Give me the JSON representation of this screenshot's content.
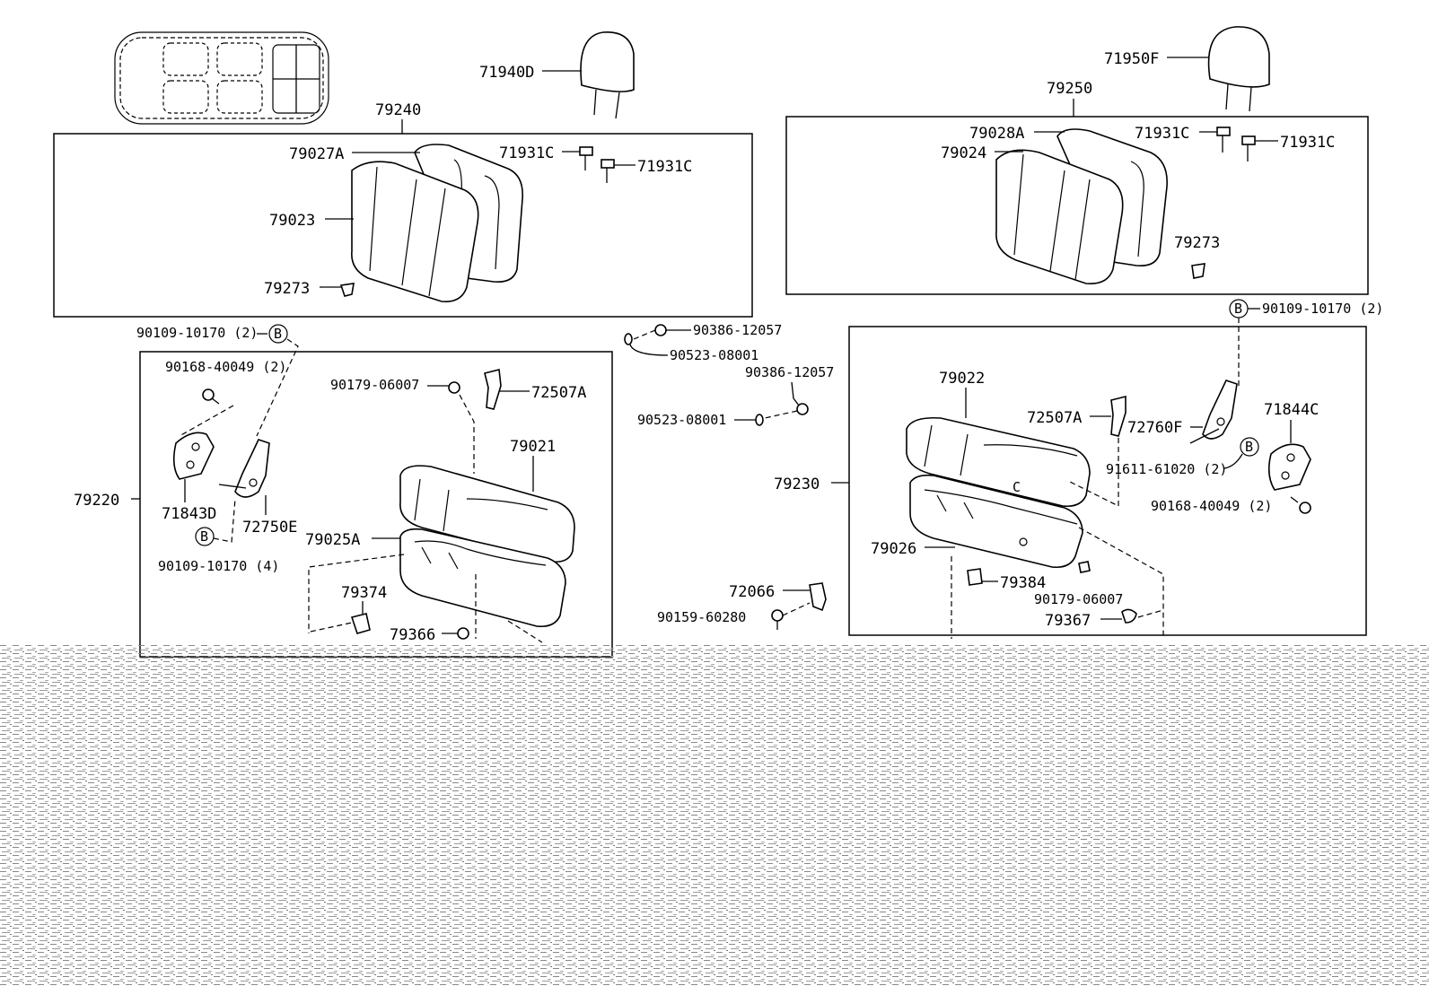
{
  "callout_marker": "B",
  "labels": {
    "p71940D": "71940D",
    "p79240": "79240",
    "p79027A": "79027A",
    "p79023": "79023",
    "p79273_left": "79273",
    "p71931C_a": "71931C",
    "p71931C_b": "71931C",
    "p71950F": "71950F",
    "p79250": "79250",
    "p79028A": "79028A",
    "p79024": "79024",
    "p71931C_c": "71931C",
    "p71931C_d": "71931C",
    "p79273_right": "79273",
    "p90109_10170_2_left": "90109-10170 (2)",
    "p90168_40049_2_left": "90168-40049 (2)",
    "p71843D": "71843D",
    "p72750E": "72750E",
    "p79220": "79220",
    "p90109_10170_4": "90109-10170 (4)",
    "p90179_06007_left": "90179-06007",
    "p72507A_left": "72507A",
    "p79021": "79021",
    "p79025A": "79025A",
    "p79374": "79374",
    "p79366": "79366",
    "p90386_12057_a": "90386-12057",
    "p90523_08001_a": "90523-08001",
    "p90386_12057_b": "90386-12057",
    "p90523_08001_b": "90523-08001",
    "p72066": "72066",
    "p90159_60280": "90159-60280",
    "p90109_10170_2_right": "90109-10170 (2)",
    "p79022": "79022",
    "p72507A_right": "72507A",
    "p72760F": "72760F",
    "p71844C": "71844C",
    "p79230": "79230",
    "p91611_61020": "91611-61020 (2)",
    "p90168_40049_2_right": "90168-40049 (2)",
    "p79026": "79026",
    "p79384": "79384",
    "p90179_06007_right": "90179-06007",
    "p79367": "79367"
  }
}
